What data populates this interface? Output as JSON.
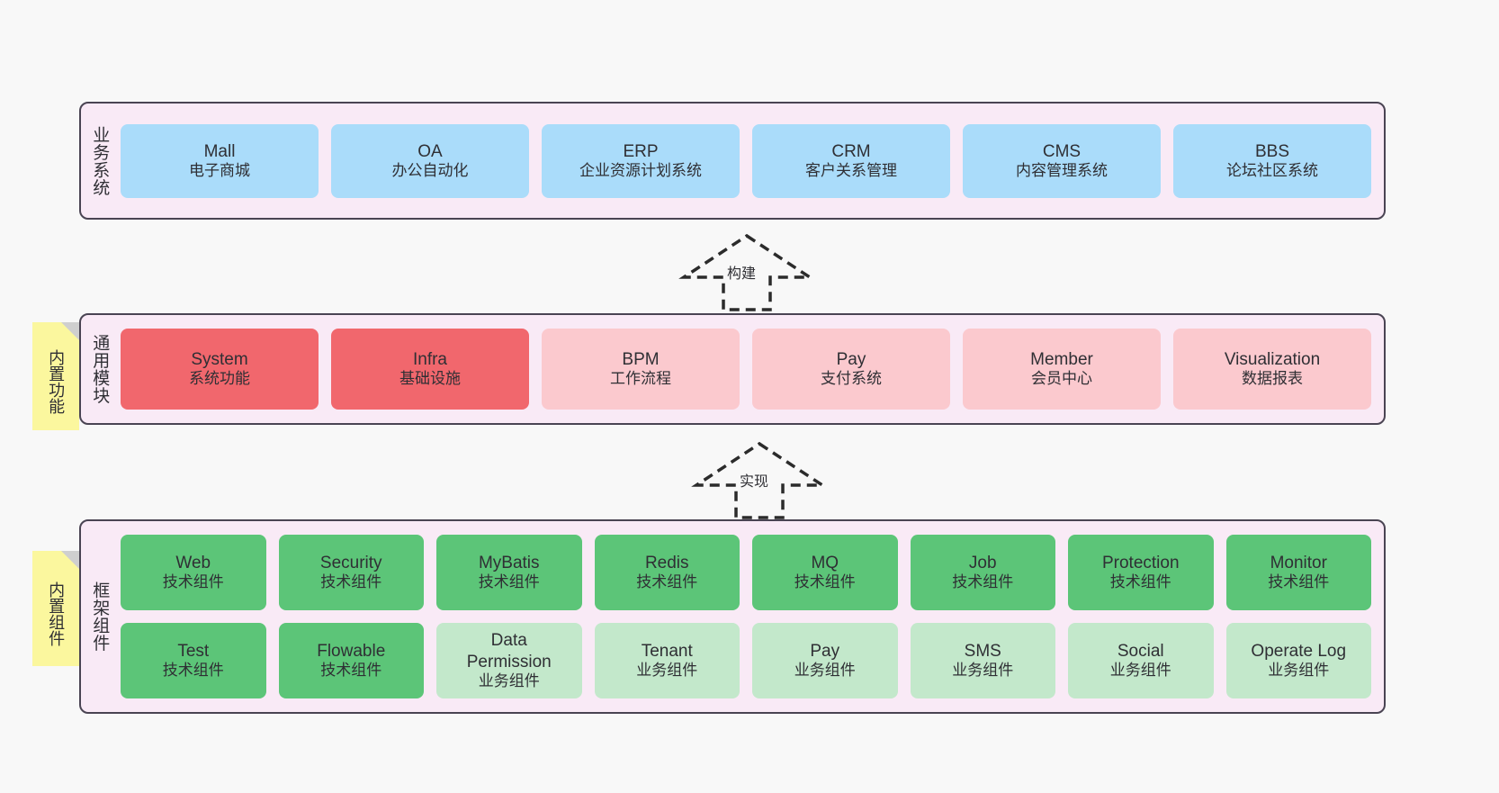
{
  "diagram": {
    "title_note_1": "内置功能",
    "title_note_2": "内置组件",
    "sections": [
      {
        "name": "business-systems",
        "label": "业务系统",
        "rows": [
          [
            {
              "t1": "Mall",
              "t2": "电子商城"
            },
            {
              "t1": "OA",
              "t2": "办公自动化"
            },
            {
              "t1": "ERP",
              "t2": "企业资源计划系统"
            },
            {
              "t1": "CRM",
              "t2": "客户关系管理"
            },
            {
              "t1": "CMS",
              "t2": "内容管理系统"
            },
            {
              "t1": "BBS",
              "t2": "论坛社区系统"
            }
          ]
        ]
      },
      {
        "name": "common-modules",
        "label": "通用模块",
        "rows": [
          [
            {
              "t1": "System",
              "t2": "系统功能"
            },
            {
              "t1": "Infra",
              "t2": "基础设施"
            },
            {
              "t1": "BPM",
              "t2": "工作流程"
            },
            {
              "t1": "Pay",
              "t2": "支付系统"
            },
            {
              "t1": "Member",
              "t2": "会员中心"
            },
            {
              "t1": "Visualization",
              "t2": "数据报表"
            }
          ]
        ]
      },
      {
        "name": "framework-components",
        "label": "框架组件",
        "rows": [
          [
            {
              "t1": "Web",
              "t2": "技术组件"
            },
            {
              "t1": "Security",
              "t2": "技术组件"
            },
            {
              "t1": "MyBatis",
              "t2": "技术组件"
            },
            {
              "t1": "Redis",
              "t2": "技术组件"
            },
            {
              "t1": "MQ",
              "t2": "技术组件"
            },
            {
              "t1": "Job",
              "t2": "技术组件"
            },
            {
              "t1": "Protection",
              "t2": "技术组件"
            },
            {
              "t1": "Monitor",
              "t2": "技术组件"
            }
          ],
          [
            {
              "t1": "Test",
              "t2": "技术组件"
            },
            {
              "t1": "Flowable",
              "t2": "技术组件"
            },
            {
              "t1": "Data",
              "t2": "Permission",
              "t3": "业务组件"
            },
            {
              "t1": "Tenant",
              "t2": "业务组件"
            },
            {
              "t1": "Pay",
              "t2": "业务组件"
            },
            {
              "t1": "SMS",
              "t2": "业务组件"
            },
            {
              "t1": "Social",
              "t2": "业务组件"
            },
            {
              "t1": "Operate Log",
              "t2": "业务组件"
            }
          ]
        ]
      }
    ],
    "connectors": [
      {
        "name": "build-arrow",
        "label": "构建"
      },
      {
        "name": "implement-arrow",
        "label": "实现"
      }
    ],
    "colors": {
      "background": "#f8f8f8",
      "section_fill": "#f9eaf6",
      "section_border": "#4a4453",
      "business": "#aadcfa",
      "module_primary": "#f1676d",
      "module_secondary": "#fbc9ce",
      "tech_component": "#5cc578",
      "biz_component": "#c3e8cb",
      "sticky": "#fbf79e",
      "sticky_fold": "#cfcfcf"
    }
  }
}
